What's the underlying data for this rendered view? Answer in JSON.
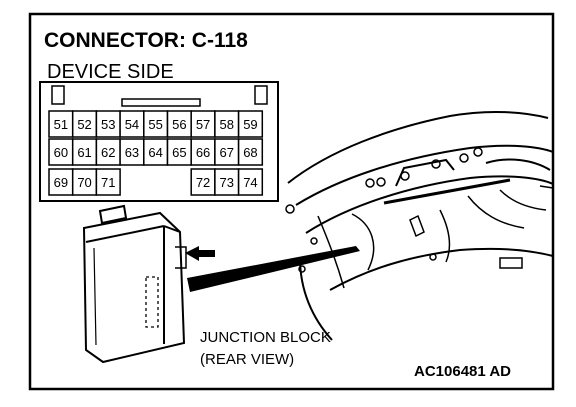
{
  "title": "CONNECTOR: C-118",
  "subtitle": "DEVICE SIDE",
  "pins": {
    "row1": [
      "51",
      "52",
      "53",
      "54",
      "55",
      "56",
      "57",
      "58",
      "59"
    ],
    "row2": [
      "60",
      "61",
      "62",
      "63",
      "64",
      "65",
      "66",
      "67",
      "68"
    ],
    "row3_left": [
      "69",
      "70",
      "71"
    ],
    "row3_right": [
      "72",
      "73",
      "74"
    ]
  },
  "caption_line1": "JUNCTION BLOCK",
  "caption_line2": "(REAR VIEW)",
  "figure_code": "AC106481 AD"
}
